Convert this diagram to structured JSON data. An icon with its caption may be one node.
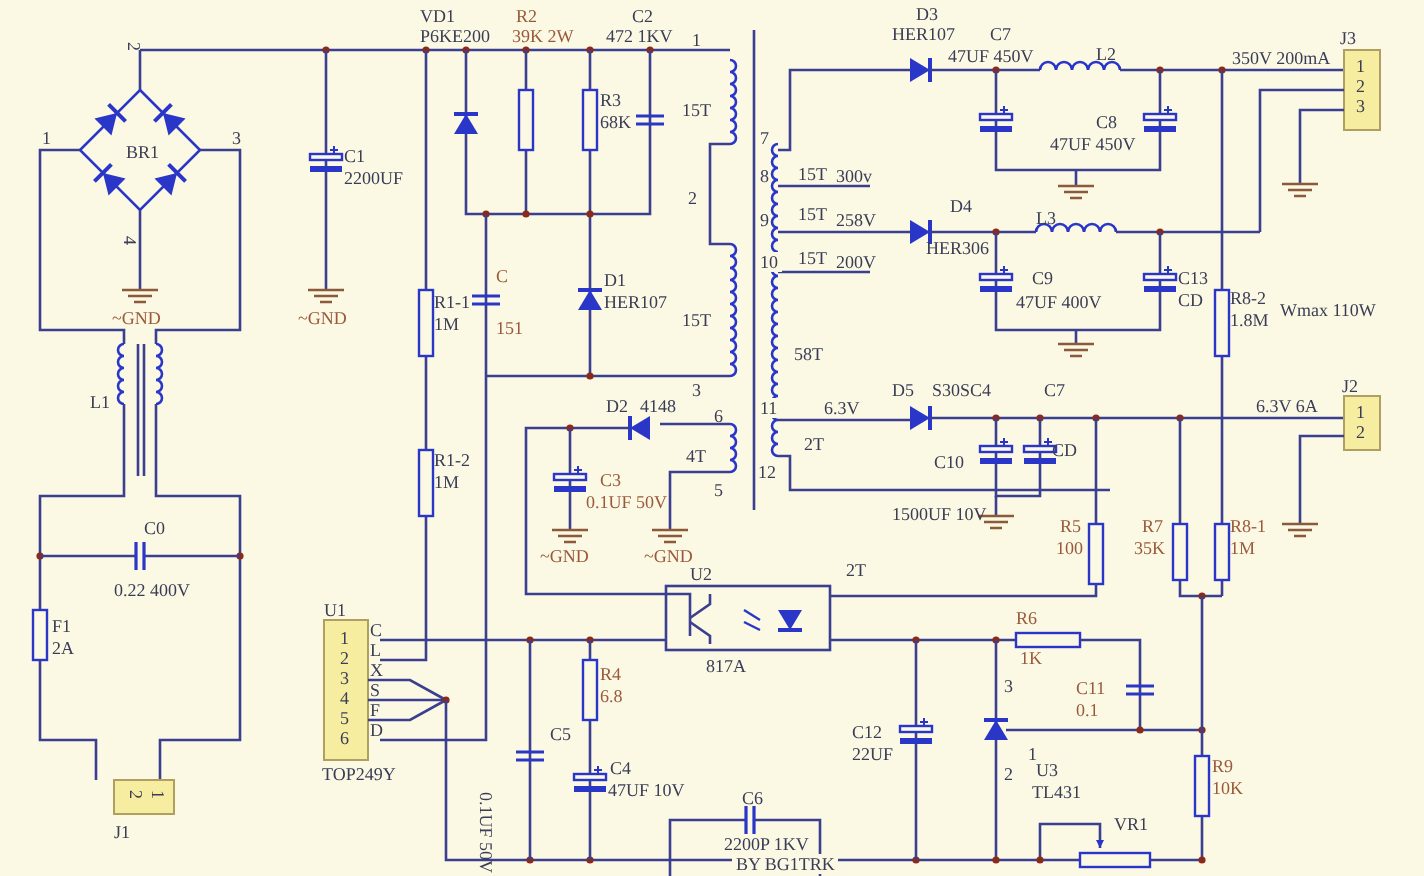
{
  "diagram": {
    "labels": [
      "2",
      "VD1",
      "P6KE200",
      "R2",
      "39K 2W",
      "C2",
      "472 1KV",
      "1",
      "D3",
      "HER107",
      "C7",
      "47UF 450V",
      "L2",
      "J3",
      "350V 200mA",
      "1",
      "2",
      "3",
      "1",
      "BR1",
      "3",
      "C1",
      "2200UF",
      "R3",
      "68K",
      "15T",
      "C8",
      "47UF 450V",
      "7",
      "8",
      "15T",
      "300v",
      "2",
      "9",
      "15T",
      "258V",
      "D4",
      "HER306",
      "L3",
      "4",
      "10",
      "15T",
      "200V",
      "C9",
      "47UF 400V",
      "C13",
      "CD",
      "R8-2",
      "1.8M",
      "Wmax 110W",
      "~GND",
      "R1-1",
      "1M",
      "~GND",
      "C",
      "151",
      "D1",
      "HER107",
      "15T",
      "58T",
      "3",
      "D2",
      "4148",
      "D5",
      "S30SC4",
      "C7",
      "J2",
      "6.3V 6A",
      "1",
      "2",
      "11",
      "6.3V",
      "L1",
      "6",
      "2T",
      "12",
      "4T",
      "CD",
      "5",
      "C3",
      "0.1UF 50V",
      "C10",
      "1500UF 10V",
      "R1-2",
      "1M",
      "C0",
      "~GND",
      "~GND",
      "R5",
      "100",
      "R7",
      "35K",
      "R8-1",
      "1M",
      "0.22 400V",
      "U2",
      "2T",
      "U1",
      "F1",
      "2A",
      "1",
      "C",
      "2",
      "L",
      "3",
      "X",
      "4",
      "S",
      "5",
      "F",
      "6",
      "D",
      "R6",
      "817A",
      "R4",
      "6.8",
      "1K",
      "3",
      "C11",
      "0.1",
      "C5",
      "C12",
      "22UF",
      "1",
      "TOP249Y",
      "0.1UF 50V",
      "C4",
      "47UF 10V",
      "2",
      "U3",
      "TL431",
      "R9",
      "10K",
      "VR1",
      "2",
      "1",
      "J1",
      "C6",
      "2200P 1KV",
      "BY BG1TRK"
    ]
  }
}
